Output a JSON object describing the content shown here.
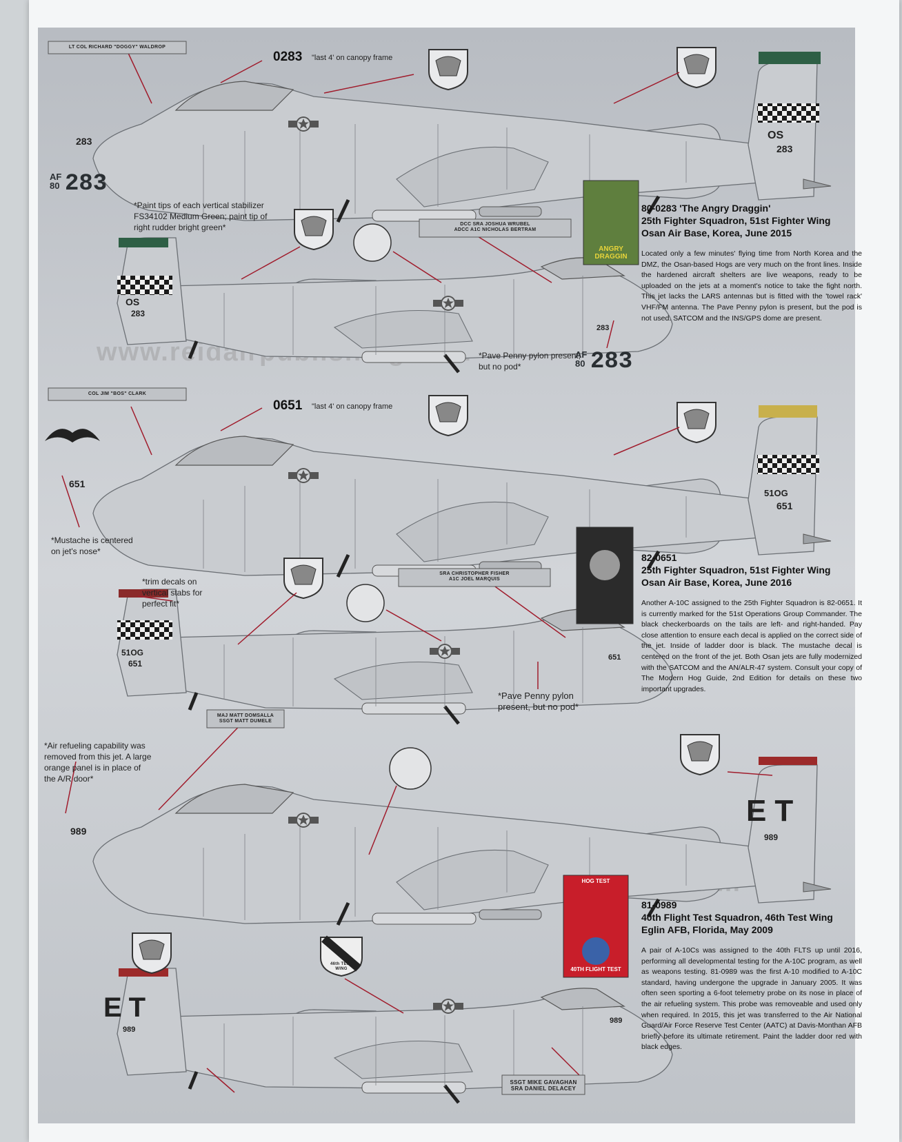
{
  "profile1": {
    "canopy_serial": "0283",
    "canopy_note": "\"last 4' on canopy frame",
    "pilot_name": "LT COL RICHARD \"DOGGY\" WALDROP",
    "nose_num": "283",
    "nose_af": "AF",
    "nose_yr": "80",
    "nose_big": "283",
    "tail_code": "OS",
    "tail_num": "283"
  },
  "profile2": {
    "note_paint": "*Paint tips of each vertical stabilizer FS34102 Medium Green; paint tip of right rudder bright green*",
    "crew_line1": "DCC  SRA JOSHUA WRUBEL",
    "crew_line2": "ADCC  A1C NICHOLAS BERTRAM",
    "tail_code": "OS",
    "tail_num": "283",
    "nose_num": "283",
    "pave_note": "*Pave Penny pylon present, but no pod*",
    "nose_af": "AF",
    "nose_yr": "80",
    "nose_big": "283"
  },
  "aircraft1": {
    "title_line1": "80-0283 'The Angry Draggin'",
    "title_line2": "25th Fighter Squadron, 51st Fighter Wing",
    "title_line3": "Osan Air Base, Korea, June 2015",
    "description": "Located only a few minutes' flying time from North Korea and the DMZ, the Osan-based Hogs are very much on the front lines.  Inside the hardened aircraft shelters are live weapons, ready to be uploaded on the jets at a moment's notice to take the fight north.  This jet lacks the LARS antennas but is fitted with the 'towel rack' VHF/FM antenna.  The Pave Penny pylon is present, but the pod is not used.  SATCOM and the INS/GPS dome are present.",
    "patch_text": "ANGRY DRAGGIN"
  },
  "watermark": "www.reidairpublishing.com",
  "profile3": {
    "canopy_serial": "0651",
    "canopy_note": "\"last 4' on canopy frame",
    "pilot_name": "COL JIM \"BOS\" CLARK",
    "nose_num": "651",
    "mustache_note": "*Mustache is centered on jet's nose*",
    "tail_code": "51OG",
    "tail_num": "651"
  },
  "profile4": {
    "trim_note": "*trim decals on vertical stabs for perfect fit*",
    "crew_line1": "SRA CHRISTOPHER FISHER",
    "crew_line2": "A1C JOEL MARQUIS",
    "tail_code": "51OG",
    "tail_num": "651",
    "nose_num": "651",
    "pave_note": "*Pave Penny pylon present, but no pod*"
  },
  "aircraft2": {
    "title_line1": "82-0651",
    "title_line2": "25th Fighter Squadron, 51st Fighter Wing",
    "title_line3": "Osan Air Base, Korea, June 2016",
    "description": "Another A-10C assigned to the 25th Fighter Squadron is 82-0651.  It is currently marked for the 51st Operations Group Commander.  The black checkerboards on the tails are left- and right-handed.  Pay close attention to ensure each decal is applied on the correct side of the jet.  Inside of ladder door is black.  The mustache decal is centered on the front of the jet.  Both Osan jets are fully modernized with the SATCOM and the AN/ALR-47 system.  Consult your copy of The Modern Hog Guide, 2nd Edition for details on these two important upgrades."
  },
  "profile5": {
    "crew_line1": "MAJ MATT DOMSALLA",
    "crew_line2": "SSGT MATT DUMELE",
    "air_note": "*Air refueling capability was removed from this jet. A large orange panel is in place of the A/R door*",
    "nose_num": "989",
    "tail_code": "ET",
    "tail_num": "989"
  },
  "profile6": {
    "tail_code": "ET",
    "tail_num": "989",
    "nose_num": "989",
    "crew_line1": "SSGT MIKE GAVAGHAN",
    "crew_line2": "SRA DANIEL DELACEY",
    "wing_badge_text": "46th TEST WING"
  },
  "aircraft3": {
    "title_line1": "81-0989",
    "title_line2": "40th Flight Test Squadron, 46th Test Wing",
    "title_line3": "Eglin AFB, Florida, May 2009",
    "description": "A pair of A-10Cs was assigned to the 40th FLTS up until 2016, performing all developmental testing for the A-10C program, as well as weapons testing.  81-0989 was the first A-10 modified to A-10C standard, having undergone the upgrade in January 2005.  It was often seen sporting a 6-foot telemetry probe on its nose in place of the air refueling system.  This probe was removeable and used only when required.  In 2015, this jet was transferred to the Air National Guard/Air Force Reserve Test Center (AATC) at Davis-Monthan AFB briefly before its ultimate retirement.  Paint the ladder door red with black edges.",
    "patch_top": "HOG TEST",
    "patch_bottom": "40TH FLIGHT TEST"
  },
  "colors": {
    "jet_gray": "#c9ccd0",
    "line": "#6b6f74",
    "leader": "#a01c2c",
    "green_tip": "#2e5f45",
    "checker": "#1a1a1a"
  }
}
